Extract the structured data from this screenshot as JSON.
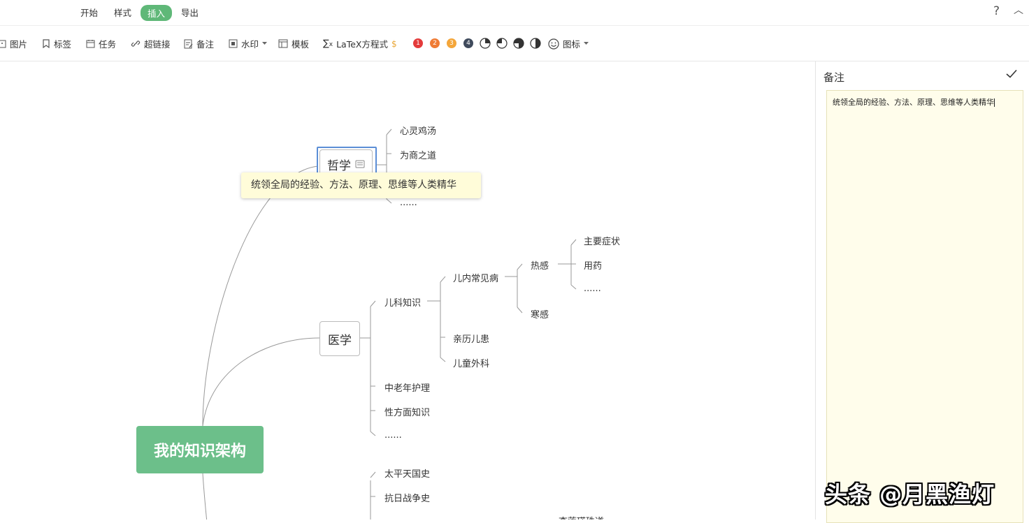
{
  "menubar": {
    "items": [
      "开始",
      "样式",
      "插入",
      "导出"
    ],
    "help": "?",
    "collapse": "︿"
  },
  "toolbar": {
    "image": "图片",
    "tag": "标签",
    "task": "任务",
    "hyperlink": "超链接",
    "note": "备注",
    "watermark": "水印",
    "template": "模板",
    "latex": "LaTeX方程式",
    "icons": "图标",
    "priorities": [
      "1",
      "2",
      "3",
      "4"
    ],
    "priority_colors": [
      "#e43b3b",
      "#ef7b34",
      "#f4a63a",
      "#3f4a5c"
    ]
  },
  "mindmap": {
    "root": "我的知识架构",
    "philosophy": "哲学",
    "philosophy_children": [
      "心灵鸡汤",
      "为商之道",
      "......"
    ],
    "medicine": "医学",
    "pediatrics": "儿科知识",
    "pediatric_diseases": "儿内常见病",
    "fever": "热感",
    "fever_children": [
      "主要症状",
      "用药",
      "......"
    ],
    "cold": "寒感",
    "experience": "亲历儿患",
    "surgery": "儿童外科",
    "elderly": "中老年护理",
    "sex": "性方面知识",
    "medicine_more": "......",
    "history_children": [
      "太平天国史",
      "抗日战争史"
    ],
    "partial_label": "李莲瑛珠道"
  },
  "tooltip": "统领全局的经验、方法、原理、思维等人类精华",
  "note_panel": {
    "title": "备注",
    "content": "统领全局的经验、方法、原理、思维等人类精华"
  },
  "watermark": "头条 @月黑渔灯"
}
